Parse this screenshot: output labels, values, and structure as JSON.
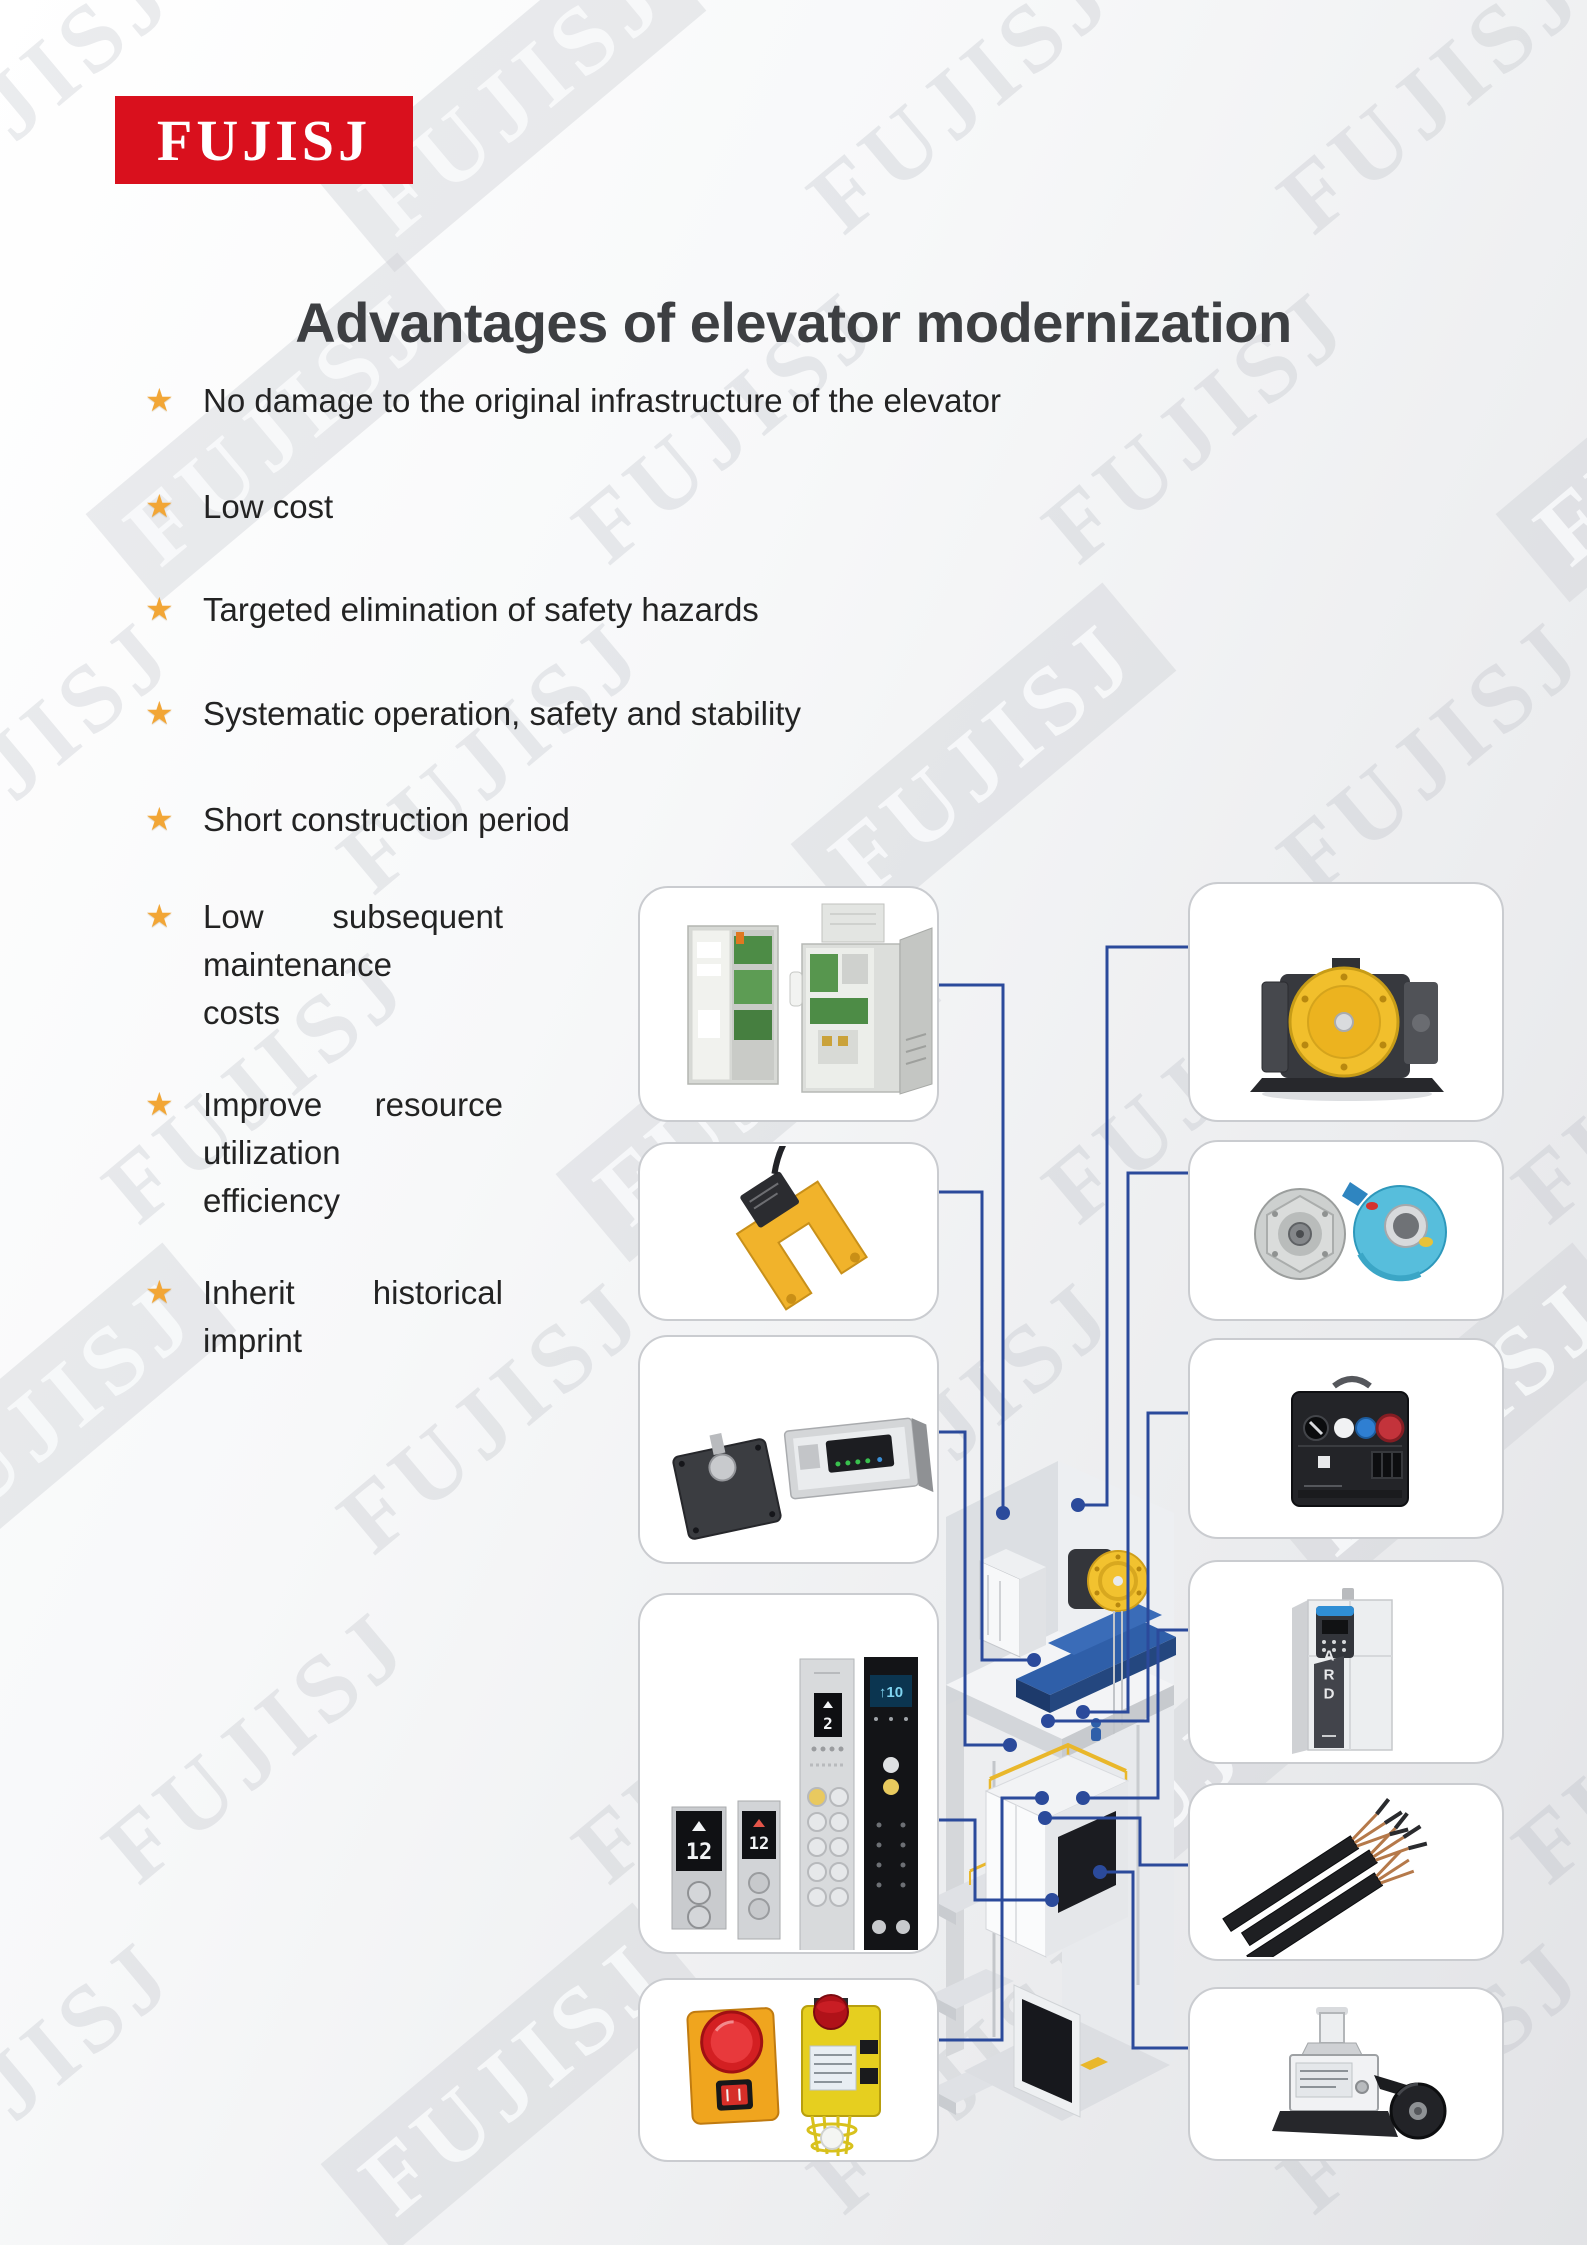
{
  "theme": {
    "accent_red": "#d9101d",
    "star_orange": "#f2a636",
    "connector_blue": "#2b4a9b",
    "title_color": "#3d3f42"
  },
  "brand": {
    "logo_text": "FUJISJ",
    "watermark_text": "FUJISJ"
  },
  "header": {
    "title": "Advantages of elevator modernization"
  },
  "advantages": {
    "bullet_icon": "star-icon",
    "items": [
      {
        "lines": [
          "No damage to the original infrastructure of the elevator"
        ]
      },
      {
        "lines": [
          "Low cost"
        ]
      },
      {
        "lines": [
          "Targeted elimination of safety hazards"
        ]
      },
      {
        "lines": [
          "Systematic operation, safety and stability"
        ]
      },
      {
        "lines": [
          "Short construction period"
        ]
      },
      {
        "lines": [
          "Low subsequent",
          "maintenance",
          "costs"
        ]
      },
      {
        "lines": [
          "Improve resource",
          "utilization",
          "efficiency"
        ]
      },
      {
        "lines": [
          "Inherit historical",
          "imprint"
        ]
      }
    ]
  },
  "diagram": {
    "center_illustration": "elevator-shaft-cutaway",
    "panel_displays": {
      "hall_indicator_large": "12",
      "hall_indicator_small": "12",
      "car_panel_display": "2",
      "touch_panel_display": "↑10",
      "drive_label": "ARD"
    },
    "cards_left": [
      {
        "icon": "control-cabinet-photo"
      },
      {
        "icon": "leveling-sensor-photo"
      },
      {
        "icon": "door-operator-photo"
      },
      {
        "icon": "cop-lop-panels-photo"
      },
      {
        "icon": "inspection-box-photo"
      }
    ],
    "cards_right": [
      {
        "icon": "traction-machine-photo"
      },
      {
        "icon": "encoder-photo"
      },
      {
        "icon": "brake-power-module-photo"
      },
      {
        "icon": "ard-drive-photo"
      },
      {
        "icon": "travel-cable-photo"
      },
      {
        "icon": "limit-switch-photo"
      }
    ]
  }
}
